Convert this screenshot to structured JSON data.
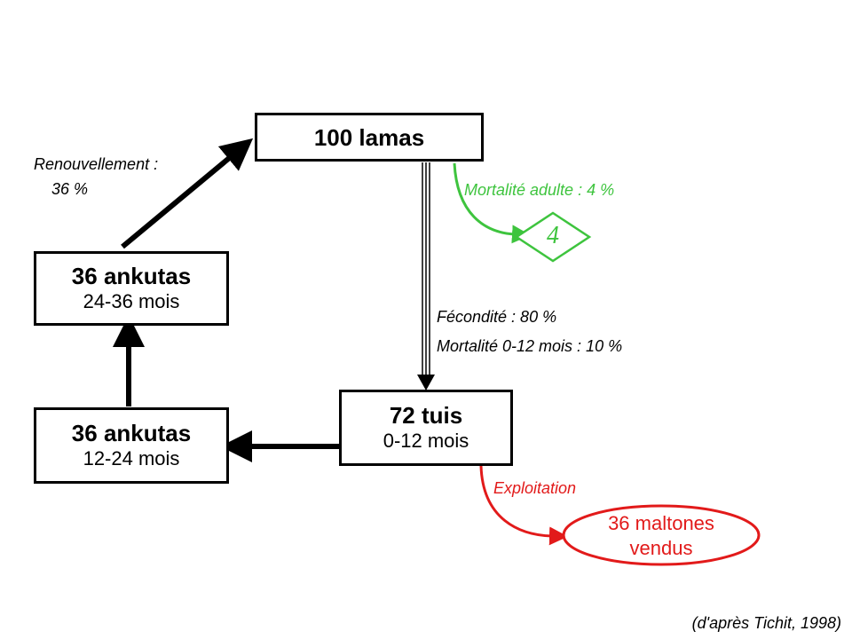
{
  "nodes": {
    "lamas": {
      "main": "100 lamas"
    },
    "ankutas_old": {
      "main": "36 ankutas",
      "sub": "24-36 mois"
    },
    "ankutas_young": {
      "main": "36 ankutas",
      "sub": "12-24 mois"
    },
    "tuis": {
      "main": "72 tuis",
      "sub": "0-12 mois"
    },
    "mortality_count": {
      "value": "4"
    },
    "sold": {
      "line1": "36 maltones",
      "line2": "vendus"
    }
  },
  "labels": {
    "renouvellement_1": "Renouvellement :",
    "renouvellement_2": "36 %",
    "mortalite_adulte": "Mortalité adulte : 4 %",
    "fecondite": "Fécondité :  80 %",
    "mortalite_jeunes": "Mortalité 0-12 mois : 10 %",
    "exploitation": "Exploitation"
  },
  "source": "(d'après Tichit, 1998)",
  "colors": {
    "green": "#3ec43e",
    "red": "#e21a1a",
    "black": "#000000"
  }
}
